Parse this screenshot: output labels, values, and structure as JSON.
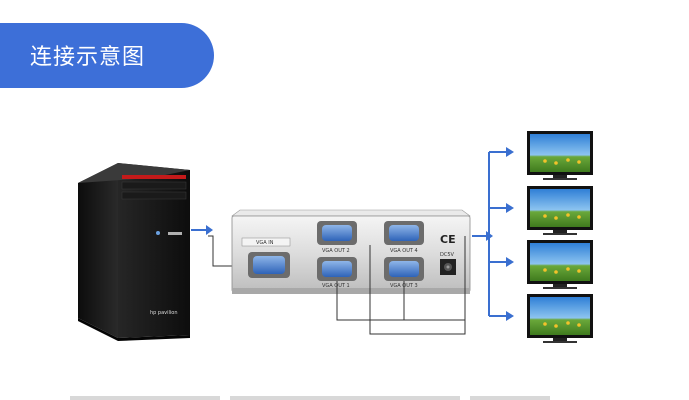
{
  "header": {
    "title": "连接示意图"
  },
  "splitter": {
    "input_label": "VGA IN",
    "output_labels": [
      "VGA OUT 2",
      "VGA OUT 4",
      "VGA OUT 1",
      "VGA OUT 3"
    ],
    "power_label": "DC5V",
    "cert_mark": "CE"
  },
  "computer": {
    "brand": "hp pavilion"
  },
  "colors": {
    "accent": "#3d6fd8",
    "arrow": "#3a6fd0",
    "wire": "#333333"
  }
}
